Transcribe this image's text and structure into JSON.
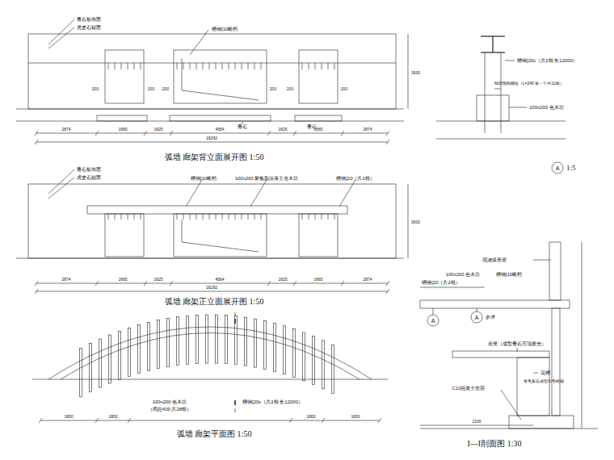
{
  "diagram": {
    "labels": [
      "青石板饰面",
      "虎皮石贴面",
      "槽钢[10断档",
      "200",
      "200",
      "200",
      "200",
      "200",
      "200",
      "青石",
      "青石",
      "2874",
      "1665",
      "1625",
      "4564",
      "1625",
      "1665",
      "2874",
      "16292",
      "3000",
      "弧墙 廊架背立面展开图 1:50",
      "青石板饰面",
      "虎皮石贴面",
      "槽钢[10断档",
      "100x200 聚氨脂涂漆五道木坊",
      "槽钢[20（共2根）",
      "2874",
      "1665",
      "1625",
      "4564",
      "1625",
      "1665",
      "2874",
      "16292",
      "3000",
      "弧墙 廊架正立面展开图 1:50",
      "I",
      "I",
      "100x200 色木坊",
      "（间距400 共28根）",
      "槽钢[20c（共2根 长12000）",
      "1800",
      "1800",
      "1800",
      "1800",
      "弧墙 廊架平面图 1:50",
      "槽钢[20c（共2根 长12000）",
      "M20预制螺栓（L=240 每一个共12根）",
      "100x200 色木坊",
      "A",
      "1:5",
      "现浇弧形梁",
      "100x200 色木坊",
      "槽钢[10断档",
      "槽钢[20（共2根）",
      "A",
      "A",
      "参详",
      "座凳（成型青石压顶磨光）",
      "花槽",
      "青毛条石成型出毛砖砌",
      "C10混凝土垫层",
      "2100",
      "I—I剖面图 1:30"
    ]
  }
}
